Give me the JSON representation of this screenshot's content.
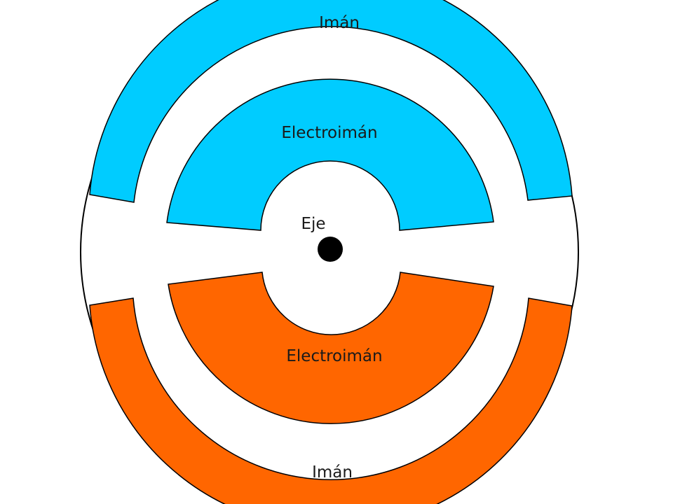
{
  "labels": {
    "top_magnet": "Imán",
    "top_electromagnet": "Electroimán",
    "axis": "Eje",
    "bottom_electromagnet": "Electroimán",
    "bottom_magnet": "Imán"
  },
  "colors": {
    "top": "#00ccff",
    "bottom": "#ff6600",
    "outline": "#000000",
    "background": "#ffffff",
    "axis_dot": "#000000"
  }
}
